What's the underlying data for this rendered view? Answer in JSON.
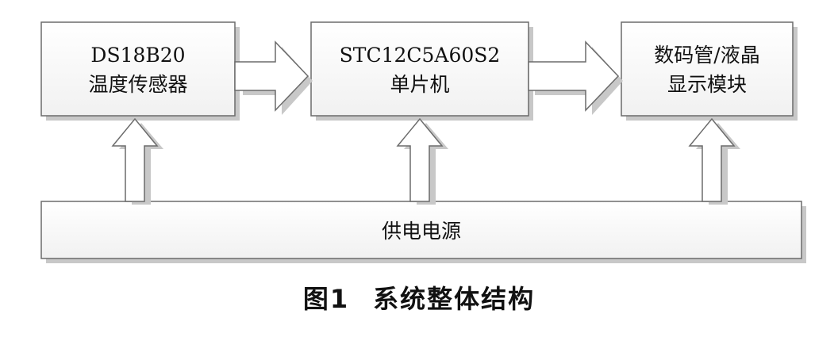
{
  "blocks": {
    "sensor": {
      "line1": "DS18B20",
      "line2": "温度传感器"
    },
    "mcu": {
      "line1": "STC12C5A60S2",
      "line2": "单片机"
    },
    "display": {
      "line1": "数码管/液晶",
      "line2": "显示模块"
    },
    "power": {
      "label": "供电电源"
    }
  },
  "caption": {
    "number": "图1",
    "title": "系统整体结构"
  },
  "colors": {
    "box_fill": "#f7f7f7",
    "stroke": "#6b6b6b",
    "shadow": "#c8c8c8"
  }
}
